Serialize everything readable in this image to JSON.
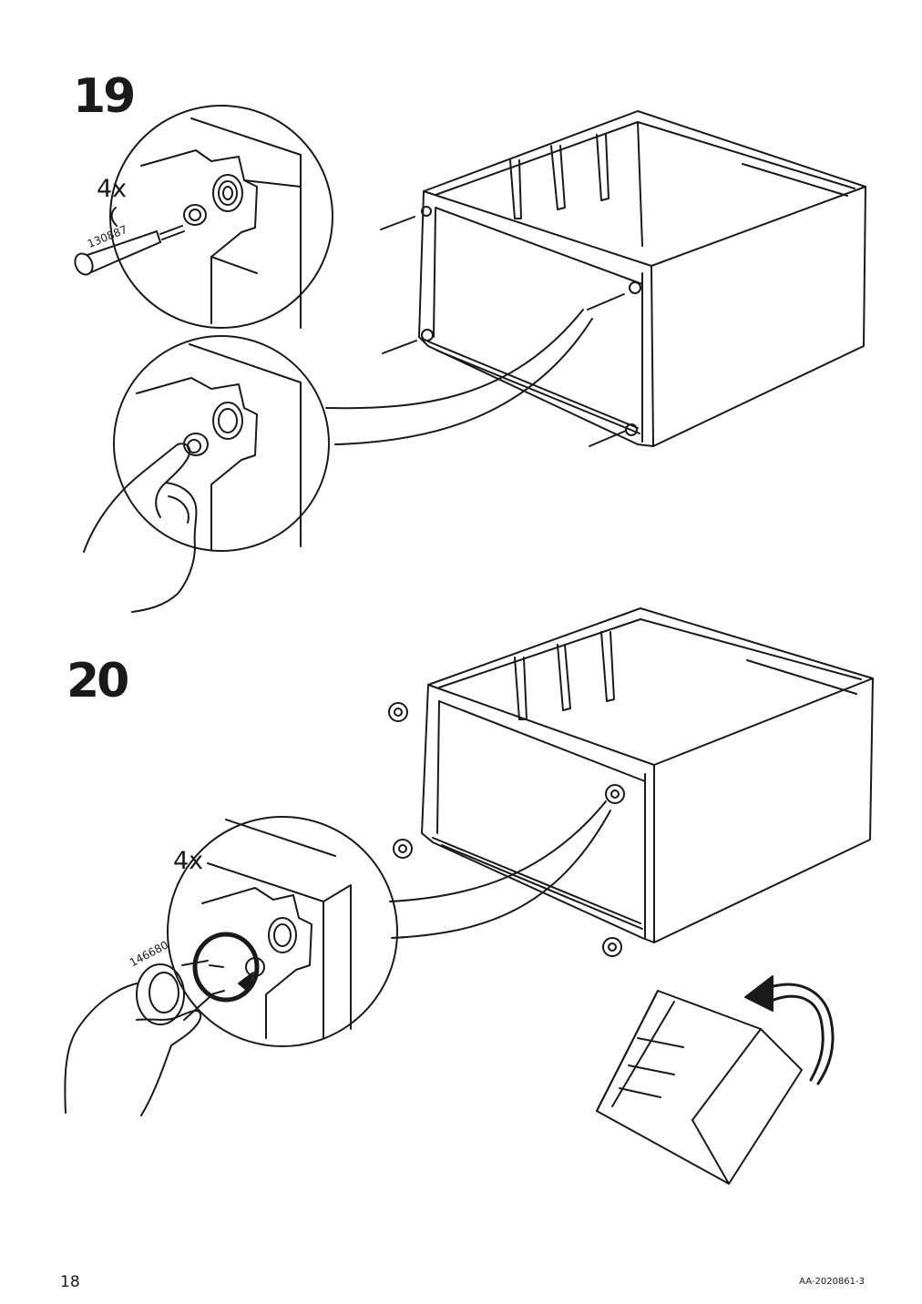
{
  "steps": [
    {
      "number": "19",
      "quantity": "4x",
      "part_number": "130887"
    },
    {
      "number": "20",
      "quantity": "4x",
      "part_number": "146680"
    }
  ],
  "footer": {
    "page_number": "18",
    "document_code": "AA-2020861-3"
  },
  "icons": [
    "connector-pin-icon",
    "hand-press-icon",
    "cam-lock-icon",
    "hand-turn-icon",
    "rotate-arrow-icon",
    "flip-arrow-icon"
  ],
  "colors": {
    "ink": "#1a1a1a",
    "paper": "#ffffff"
  }
}
